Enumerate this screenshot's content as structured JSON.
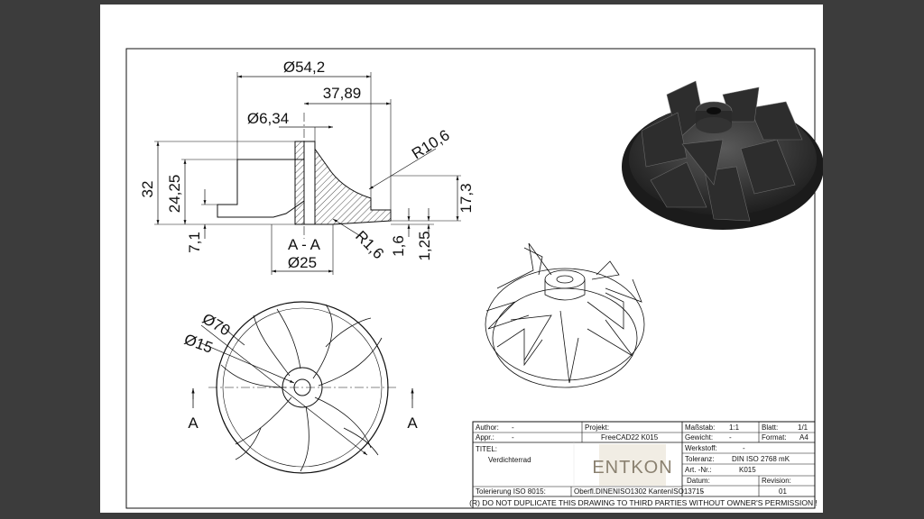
{
  "section_view": {
    "dims": {
      "d54": "Ø54,2",
      "d3789": "37,89",
      "d634": "Ø6,34",
      "r106": "R10,6",
      "h32": "32",
      "h2425": "24,25",
      "h173": "17,3",
      "h71": "7,1",
      "r16": "R1,6",
      "h16": "1,6",
      "h125": "1,25",
      "d25": "Ø25"
    },
    "label": "A - A"
  },
  "top_view": {
    "dims": {
      "d70": "Ø70",
      "d15": "Ø15"
    },
    "cut_left": "A",
    "cut_right": "A"
  },
  "title_block": {
    "author_label": "Author:",
    "author_value": "-",
    "appr_label": "Appr.:",
    "appr_value": "-",
    "projekt_label": "Projekt:",
    "projekt_value": "FreeCAD22 K015",
    "massstab_label": "Maßstab:",
    "massstab_value": "1:1",
    "gewicht_label": "Gewicht:",
    "gewicht_value": "-",
    "blatt_label": "Blatt:",
    "blatt_value": "1/1",
    "format_label": "Format:",
    "format_value": "A4",
    "titel_label": "TITEL:",
    "titel_value": "Verdichterrad",
    "werkstoff_label": "Werkstoff:",
    "werkstoff_value": "-",
    "toleranz_label": "Toleranz:",
    "toleranz_value": "DIN ISO 2768 mK",
    "art_label": "Art. -Nr.:",
    "art_value": "K015",
    "datum_label": "Datum:",
    "datum_value": "-",
    "revision_label": "Revision:",
    "revision_value": "01",
    "logo_text": "ENTKON",
    "tolerierung": "Tolerierung ISO 8015:",
    "oberfl": "Oberfl.DINENISO1302 KantenISO13715",
    "notice": "(R) DO NOT DUPLICATE THIS DRAWING TO THIRD PARTIES WITHOUT OWNER'S PERMISSION !"
  },
  "colors": {
    "frame": "#3c3c3c",
    "sheet": "#ffffff",
    "line": "#111111",
    "render": "#2a2a2a"
  }
}
